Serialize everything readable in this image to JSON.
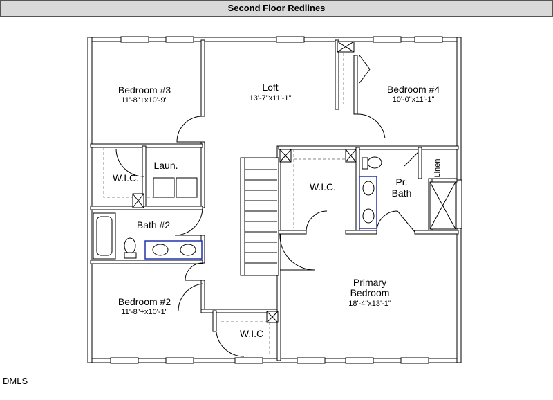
{
  "title": "Second Floor Redlines",
  "watermark": "DMLS",
  "rooms": {
    "bedroom3": {
      "name": "Bedroom #3",
      "size": "11'-8\"+x10'-9\""
    },
    "loft": {
      "name": "Loft",
      "size": "13'-7\"x11'-1\""
    },
    "bedroom4": {
      "name": "Bedroom #4",
      "size": "10'-0\"x11'-1\""
    },
    "wic_left": {
      "name": "W.I.C."
    },
    "laundry": {
      "name": "Laun."
    },
    "wic_primary": {
      "name": "W.I.C."
    },
    "pr_bath": {
      "name_line1": "Pr.",
      "name_line2": "Bath"
    },
    "linen": {
      "name": "Linen"
    },
    "bath2": {
      "name": "Bath #2"
    },
    "primary": {
      "name_line1": "Primary",
      "name_line2": "Bedroom",
      "size": "18'-4\"x13'-1\""
    },
    "bedroom2": {
      "name": "Bedroom #2",
      "size": "11'-8\"+x10'-1\""
    },
    "wic_bed2": {
      "name": "W.I.C"
    }
  },
  "colors": {
    "vanity": "#2233aa",
    "titlebar": "#d9d9d9"
  }
}
